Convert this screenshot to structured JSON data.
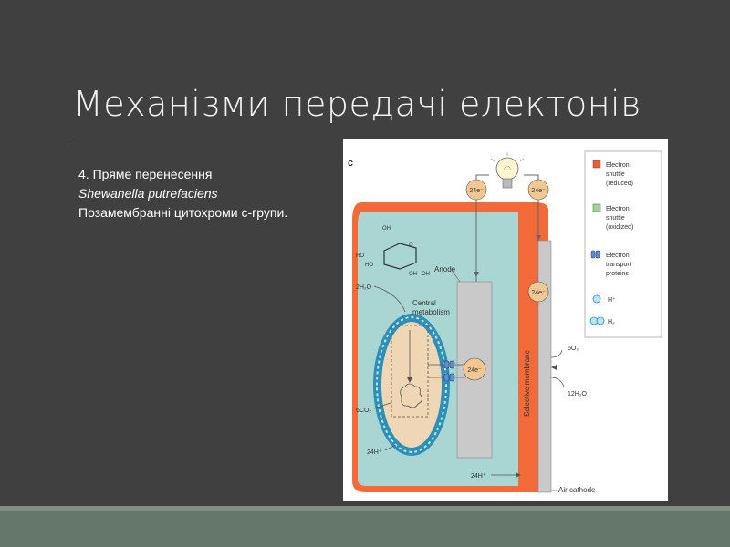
{
  "slide": {
    "title": "Механізми передачі електонів",
    "lines": [
      "4. Пряме перенесення",
      "Shewanella putrefaciens",
      "Позамембранні цитохроми с-групи."
    ]
  },
  "figure": {
    "panel_label": "c",
    "legend": {
      "shuttle_reduced": [
        "Electron",
        "shuttle",
        "(reduced)"
      ],
      "shuttle_oxidized": [
        "Electron",
        "shuttle",
        "(oxidized)"
      ],
      "transport": [
        "Electron",
        "transport",
        "proteins"
      ],
      "proton": "H⁺",
      "hydrogen": "H₂"
    },
    "labels": {
      "electrons": "24e⁻",
      "anode": "Anode",
      "selective_membrane": "Selective membrane",
      "air_cathode": "Air cathode",
      "central_metabolism_1": "Central",
      "central_metabolism_2": "metabolism",
      "water_in": "2H₂O",
      "co2": "6CO₂",
      "protons_cell": "24H⁺",
      "protons_out": "24H⁺",
      "oxygen": "6O₂",
      "water_out": "12H₂O",
      "oh": "OH",
      "ho": "HO",
      "o": "O"
    },
    "colors": {
      "chamber": "#a9d6d2",
      "anode_box": "#c9c9c9",
      "membrane": "#f26a3a",
      "cell_membrane": "#2e8fb6",
      "cytoplasm": "#efd7b5",
      "shuttle_reduced": "#ef5a34",
      "shuttle_oxidized": "#9ed39a",
      "electron_circle": "#f2c792"
    }
  }
}
